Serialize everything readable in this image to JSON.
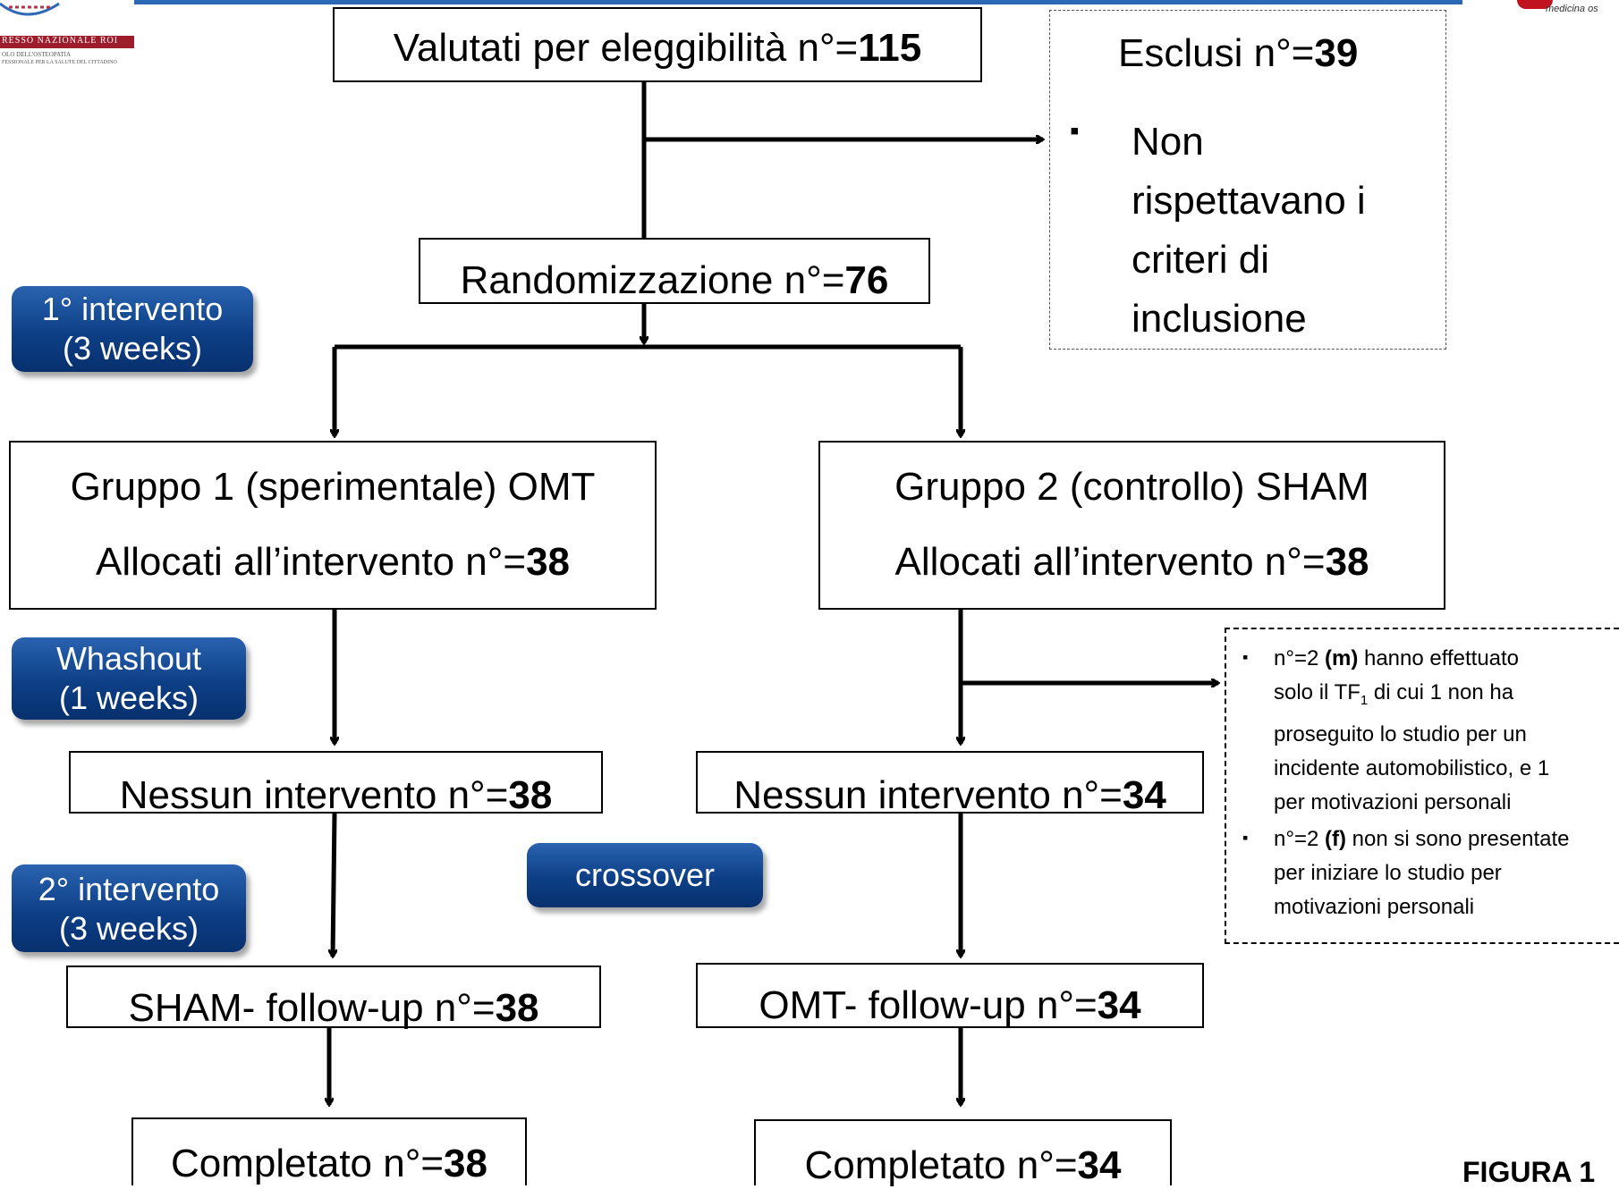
{
  "logo": {
    "line1": "RESSO NAZIONALE ROI",
    "line2": "OLO DELL'OSTEOPATIA",
    "line3": "FESSIONALE PER LA SALUTE DEL CITTADINO",
    "right_text": "medicina os"
  },
  "boxes": {
    "valutati": {
      "label": "Valutati per eleggibilità n°=",
      "num": "115"
    },
    "esclusi": {
      "label": "Esclusi n°=",
      "num": "39",
      "bullet": "▪",
      "lines": [
        "Non",
        "rispettavano i",
        "criteri di",
        "inclusione"
      ]
    },
    "randomizzazione": {
      "label": "Randomizzazione n°=",
      "num": "76"
    },
    "gruppo1": {
      "title": "Gruppo 1 (sperimentale) OMT",
      "alloc": "Allocati all’intervento n°=",
      "num": "38"
    },
    "gruppo2": {
      "title": "Gruppo 2 (controllo) SHAM",
      "alloc": "Allocati all’intervento n°=",
      "num": "38"
    },
    "nessun1": {
      "label": "Nessun intervento n°=",
      "num": "38"
    },
    "nessun2": {
      "label": "Nessun intervento n°=",
      "num": "34"
    },
    "sham_fu": {
      "label": "SHAM- follow-up n°=",
      "num": "38"
    },
    "omt_fu": {
      "label": "OMT- follow-up n°=",
      "num": "34"
    },
    "completato1": {
      "label": "Completato n°=",
      "num": "38"
    },
    "completato2": {
      "label": "Completato n°=",
      "num": "34"
    }
  },
  "dropout_note": {
    "bullet": "▪",
    "item1": {
      "a": " n°=2 ",
      "b": "(m)",
      "c": " hanno effettuato",
      "d": "solo il TF",
      "sub": "1",
      "e": " di cui 1 non ha",
      "lines": [
        "proseguito lo studio per un",
        "incidente automobilistico, e 1",
        "per motivazioni personali"
      ]
    },
    "item2": {
      "a": "n°=2 ",
      "b": "(f)",
      "c": " non si sono presentate",
      "lines": [
        "per iniziare lo studio per",
        "motivazioni personali"
      ]
    }
  },
  "pills": {
    "intervento1": [
      "1° intervento",
      "(3 weeks)"
    ],
    "washout": [
      "Whashout",
      "(1 weeks)"
    ],
    "intervento2": [
      "2° intervento",
      "(3 weeks)"
    ],
    "crossover": "crossover"
  },
  "figure_label": "FIGURA 1",
  "colors": {
    "pill_blue": "#0d3f86",
    "top_rule": "#2d68b5"
  }
}
